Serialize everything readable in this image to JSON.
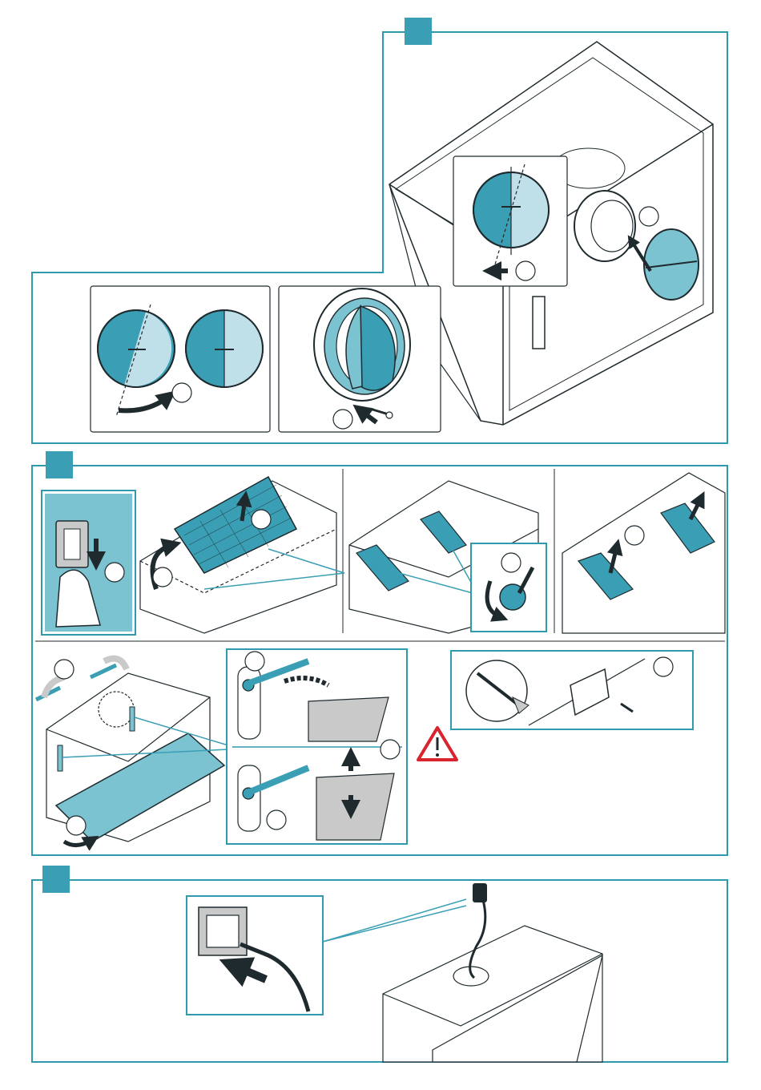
{
  "colors": {
    "teal": "#3a9fb4",
    "teal_light": "#7cc3d2",
    "teal_pale": "#bfe0e8",
    "frame": "#2f9aae",
    "line": "#1f2a2e",
    "warning_red": "#d9232e",
    "gray_fill": "#c9c9c9"
  },
  "sections": [
    {
      "id": "step-1",
      "badge": ""
    },
    {
      "id": "step-2",
      "badge": ""
    },
    {
      "id": "step-3",
      "badge": ""
    }
  ],
  "steps": {
    "s1_callout": "",
    "s1_rotate": "",
    "s1_screw": "",
    "s1_insert": "",
    "s2_press": "",
    "s2_lift": "",
    "s2_open": "",
    "s2_turn": "",
    "s2_remove": "",
    "s2_brackets": "",
    "s2_panel": "",
    "s2_screw_up": "",
    "s2_screw_down": "",
    "s2_wall": ""
  },
  "icons": {
    "warning": "warning-triangle-icon",
    "arrow": "arrow-icon",
    "plug": "power-plug-icon",
    "screw": "screw-icon",
    "screwdriver": "screwdriver-icon"
  }
}
